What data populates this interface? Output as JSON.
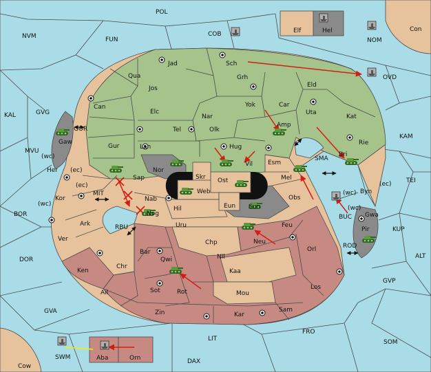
{
  "colors": {
    "sea": "#a9dce6",
    "green_power": "#a6c38c",
    "tan_power": "#e6c39c",
    "red_power": "#c78a83",
    "gray_power": "#8a8a8a",
    "order_arrow": "#d21e12",
    "support_line": "#f2f000"
  },
  "sea_labels": {
    "pol": "POL",
    "cob": "COB",
    "nvm": "NVM",
    "fun": "FUN",
    "nom": "NOM",
    "con": "Con",
    "ovd": "OVD",
    "kal": "KAL",
    "gvg": "GVG",
    "gor": "GOR",
    "kam": "KAM",
    "mvu": "MVU",
    "sma": "SMA",
    "tei": "TEI",
    "mit": "MIT",
    "bor": "BOR",
    "buc": "BUC",
    "kup": "KUP",
    "rbu": "RBU",
    "dor": "DOR",
    "rod": "ROD",
    "alt": "ALT",
    "gvp": "GVP",
    "gva": "GVA",
    "fro": "FRO",
    "lit": "LIT",
    "som": "SOM",
    "swm": "SWM",
    "dax": "DAX",
    "cow": "Cow"
  },
  "provinces": {
    "jad": "Jad",
    "sch": "Sch",
    "qua": "Qua",
    "jos": "Jos",
    "grh": "Grh",
    "eld": "Eld",
    "can": "Can",
    "elc": "Elc",
    "nar": "Nar",
    "yok": "Yok",
    "car": "Car",
    "uta": "Uta",
    "kat": "Kat",
    "tel": "Tel",
    "olk": "Olk",
    "amp": "Amp",
    "gaw": "Gaw",
    "gur": "Gur",
    "lan": "Lan",
    "hug": "Hug",
    "bri": "Bri",
    "rie": "Rie",
    "her": "Her",
    "nor": "Nor",
    "skr": "Skr",
    "vil": "Vil",
    "esm": "Esm",
    "sap": "Sap",
    "ost": "Ost",
    "web": "Web",
    "mel": "Mel",
    "byn": "Byn",
    "kor": "Kor",
    "nab": "Nab",
    "eun": "Eun",
    "sun": "Sun",
    "obs": "Obs",
    "gwa": "Gwa",
    "hil": "Hil",
    "nog": "Nog",
    "ark": "Ark",
    "uru": "Uru",
    "feu": "Feu",
    "pir": "Pir",
    "ver": "Ver",
    "chp": "Chp",
    "neu": "Neu",
    "orl": "Orl",
    "bar": "Bar",
    "qwi": "Qwi",
    "nil": "Nil",
    "ken": "Ken",
    "chr": "Chr",
    "kaa": "Kaa",
    "los": "Los",
    "ail": "Ail",
    "sot": "Sot",
    "rot": "Rot",
    "mou": "Mou",
    "sam": "Sam",
    "zin": "Zin",
    "kar": "Kar",
    "elf": "Elf",
    "hel": "Hel",
    "aba": "Aba",
    "orn": "Orn"
  },
  "coast_labels": {
    "wc_her": "(wc)",
    "ec_her": "(ec)",
    "ec_kor": "(ec)",
    "wc_kor": "(wc)",
    "wc_byn": "(wc)",
    "ec_byn": "(ec)",
    "wc_gwa": "(wc)"
  },
  "icons": {
    "army": "green-tank-icon",
    "fleet": "ship-icon",
    "supply_center": "supply-center-icon",
    "order_arrow": "red-arrow-icon",
    "dislodged": "red-x-icon",
    "canal": "double-arrow-icon"
  }
}
